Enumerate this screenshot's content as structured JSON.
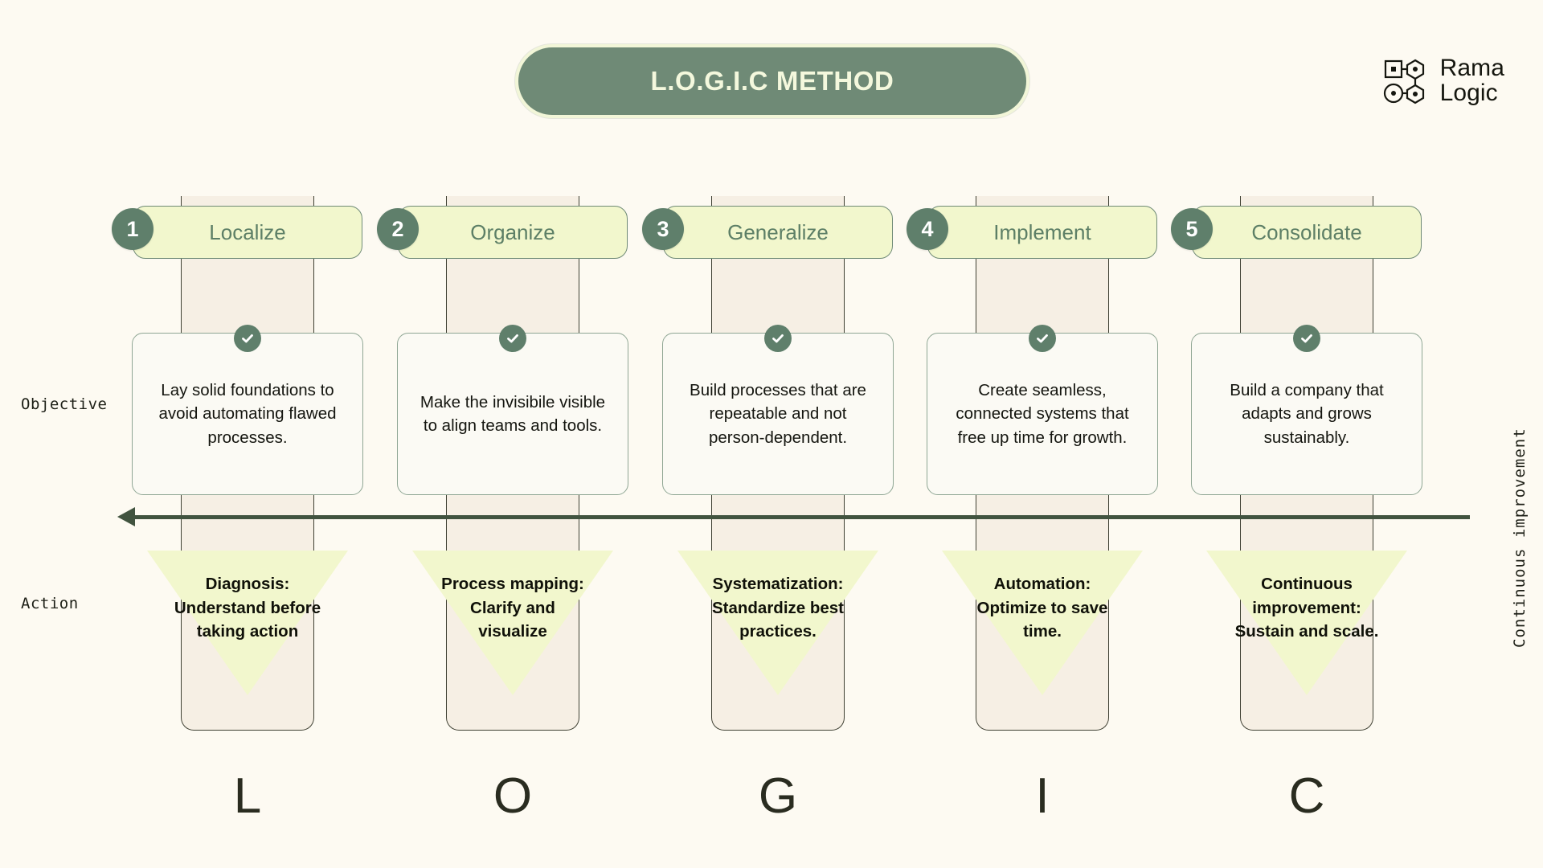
{
  "title": "L.O.G.I.C METHOD",
  "brand": {
    "line1": "Rama",
    "line2": "Logic",
    "mark": "node-graph-icon"
  },
  "row_labels": {
    "objective": "Objective",
    "action": "Action"
  },
  "side_label": "Continuous improvement",
  "colors": {
    "page_bg": "#fdfaf2",
    "pill_green": "#6f8a76",
    "pill_ring": "#f2f6d8",
    "header_pill_bg": "#f2f7cd",
    "header_text": "#5d7f66",
    "column_bg": "#f6efe4",
    "card_bg": "#fbfaf4",
    "card_border": "#8fa694",
    "badge_green": "#5f7f6b",
    "triangle": "#f2f7cd",
    "arrow": "#41533f",
    "letter": "#2a2c20"
  },
  "steps": [
    {
      "number": "1",
      "name": "Localize",
      "objective": "Lay solid foundations to avoid automating flawed processes.",
      "action": "Diagnosis: Understand before taking action",
      "letter": "L",
      "check": "check-icon"
    },
    {
      "number": "2",
      "name": "Organize",
      "objective": "Make the invisibile visible to align teams and tools.",
      "action": "Process mapping: Clarify and visualize",
      "letter": "O",
      "check": "check-icon"
    },
    {
      "number": "3",
      "name": "Generalize",
      "objective": "Build processes that are repeatable and not person-dependent.",
      "action": "Systematization: Standardize best practices.",
      "letter": "G",
      "check": "check-icon"
    },
    {
      "number": "4",
      "name": "Implement",
      "objective": "Create seamless, connected systems that free up time for growth.",
      "action": "Automation: Optimize to save time.",
      "letter": "I",
      "check": "check-icon"
    },
    {
      "number": "5",
      "name": "Consolidate",
      "objective": "Build a company that adapts and grows sustainably.",
      "action": "Continuous improvement: Sustain and scale.",
      "letter": "C",
      "check": "check-icon"
    }
  ]
}
